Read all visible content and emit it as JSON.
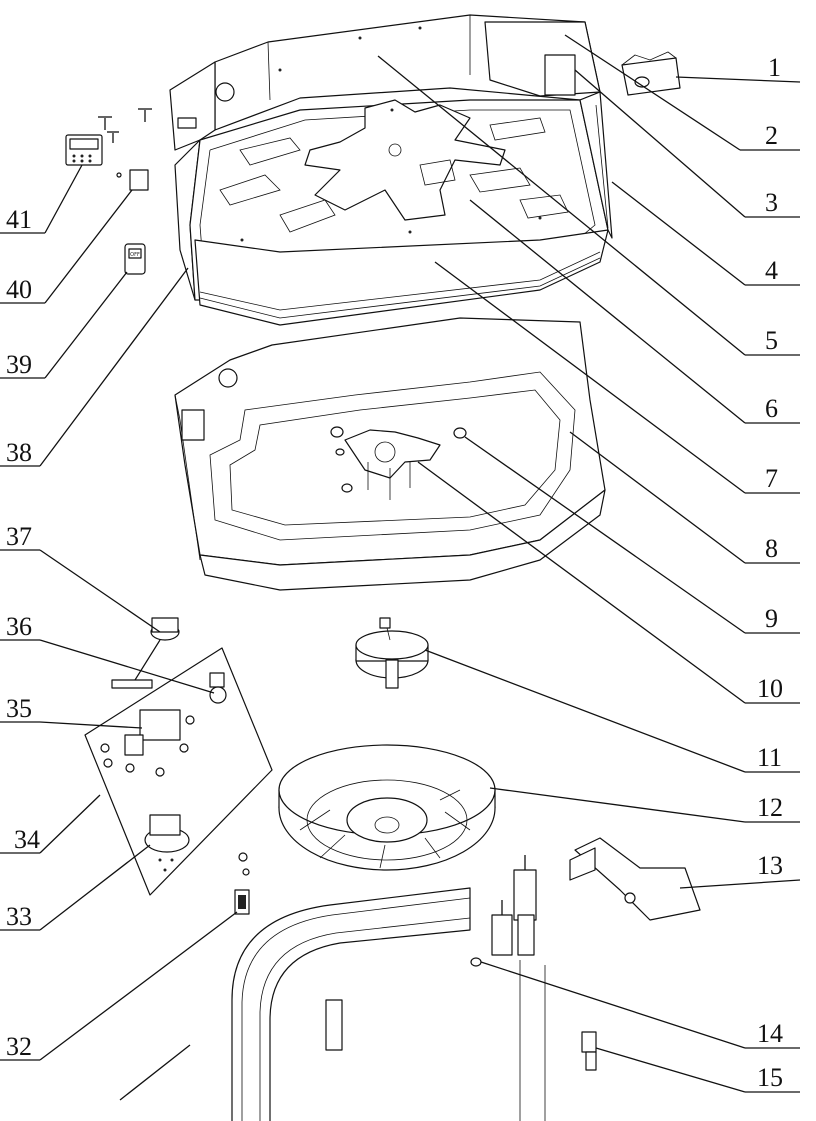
{
  "callouts_right": [
    "1",
    "2",
    "3",
    "4",
    "5",
    "6",
    "7",
    "8",
    "9",
    "10",
    "11",
    "12",
    "13",
    "14",
    "15"
  ],
  "callouts_left": [
    "41",
    "40",
    "39",
    "38",
    "37",
    "36",
    "35",
    "34",
    "33",
    "32"
  ],
  "remote_display": [
    "OFF"
  ]
}
